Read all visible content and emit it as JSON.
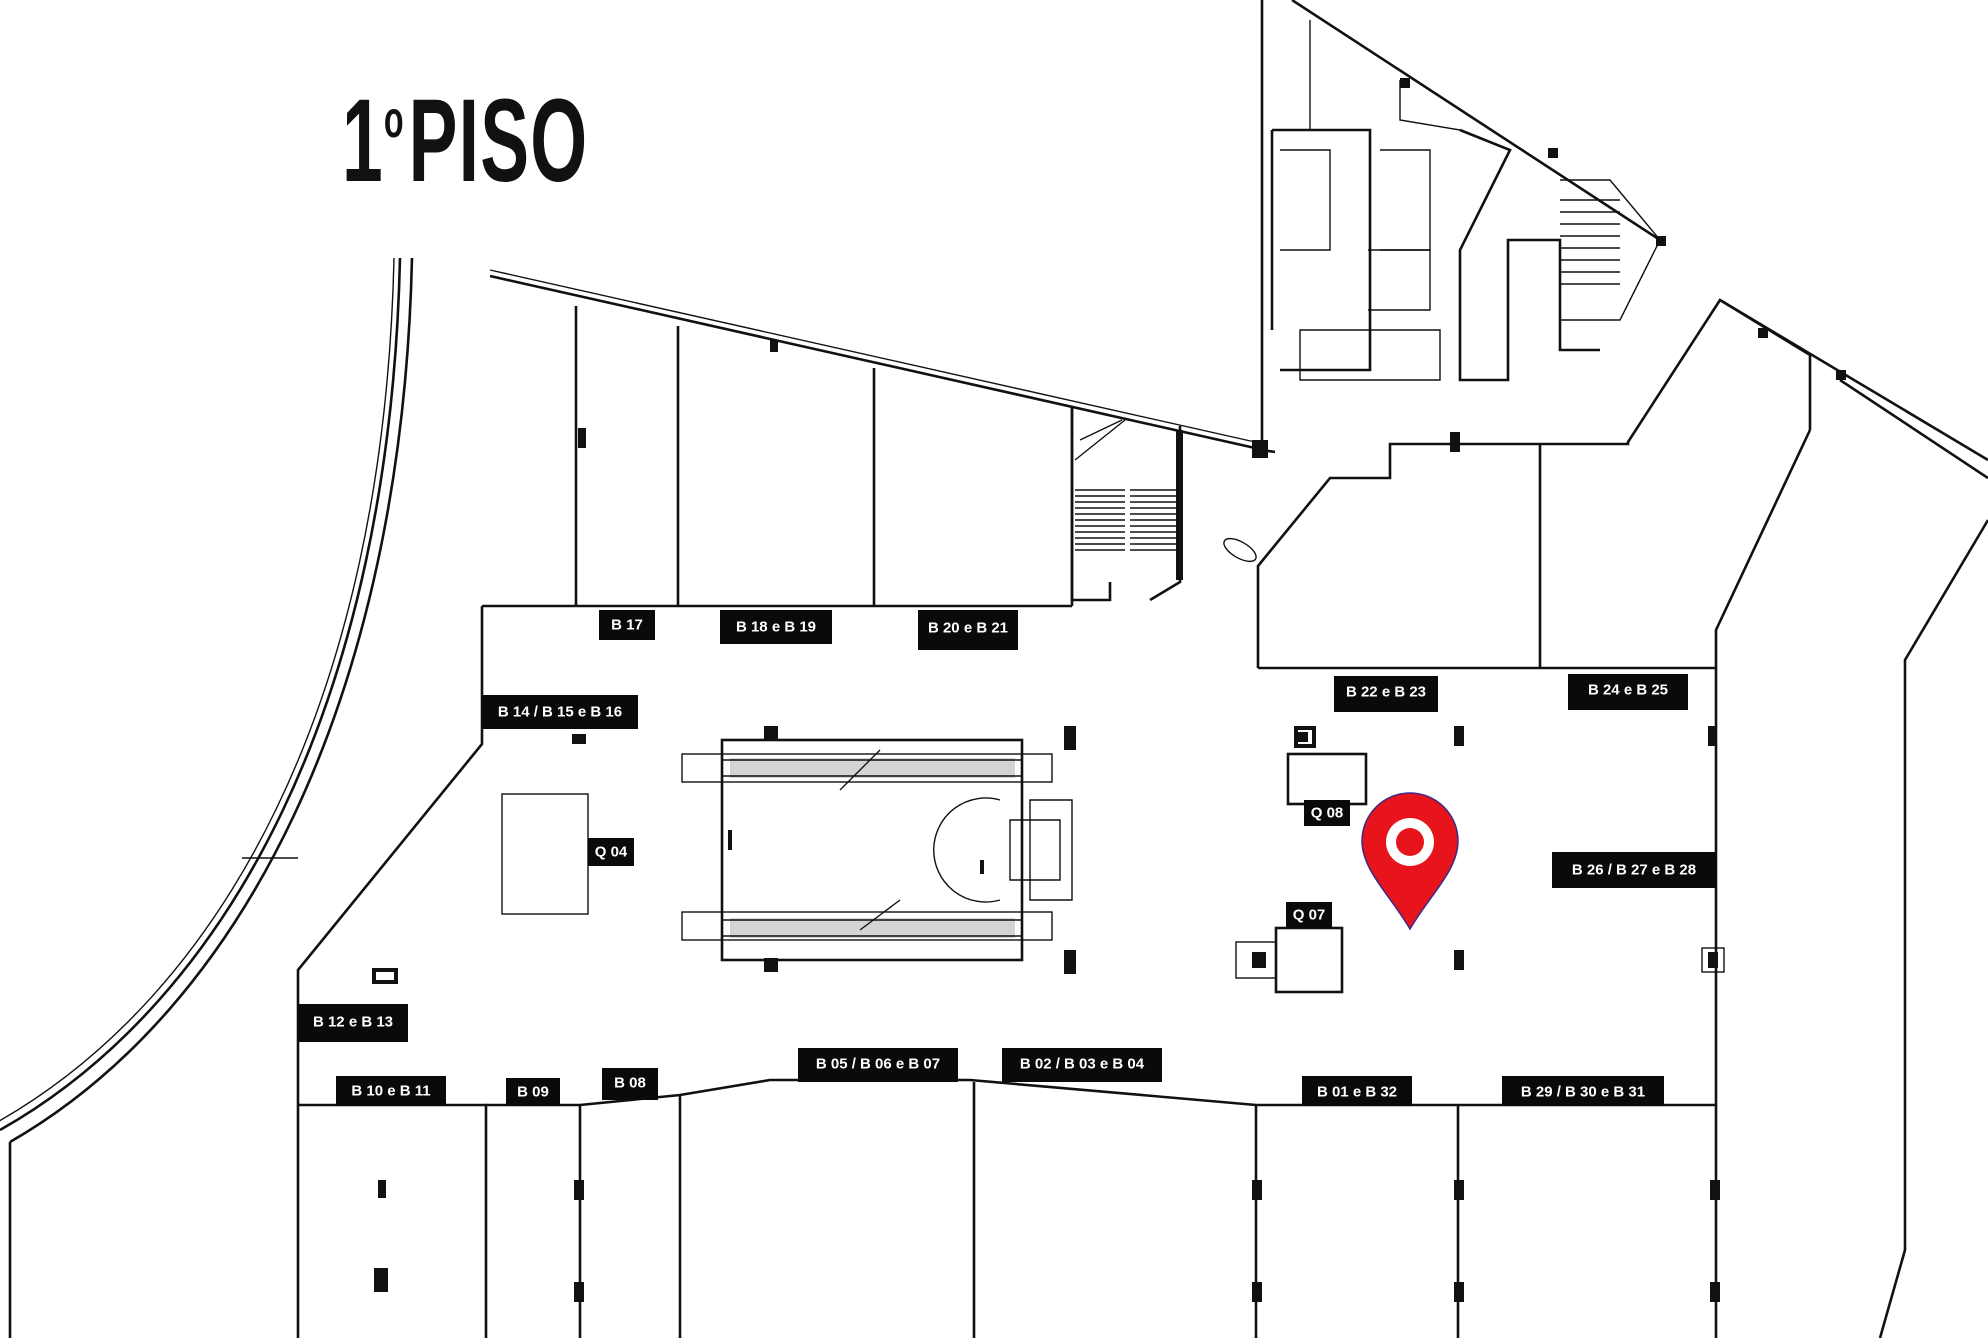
{
  "floor": {
    "number": "1",
    "ordinal": "o",
    "label": "PISO"
  },
  "stores": [
    "B 17",
    "B 18 e B 19",
    "B 20 e B 21",
    "B 14 / B 15 e B 16",
    "B 22 e B 23",
    "B 24 e B 25",
    "B 26 / B 27 e B 28",
    "Q 04",
    "Q 08",
    "Q 07",
    "B 12 e B 13",
    "B 10 e B 11",
    "B 09",
    "B 08",
    "B 05 / B 06 e B 07",
    "B 02 / B 03 e B 04",
    "B 01 e B 32",
    "B 29 / B 30 e B 31"
  ],
  "marker": {
    "icon": "location-pin-icon",
    "color": "#e8141b"
  },
  "colors": {
    "line": "#111111",
    "label_bg": "#0a0a0a",
    "label_text": "#ffffff"
  }
}
